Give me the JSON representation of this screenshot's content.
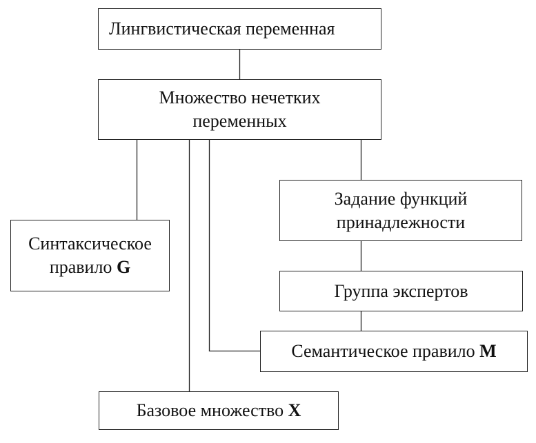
{
  "diagram": {
    "nodes": {
      "linguistic_variable": {
        "line1": "Лингвистическая переменная"
      },
      "fuzzy_variables_set": {
        "line1": "Множество нечетких",
        "line2": "переменных"
      },
      "syntactic_rule": {
        "line1": "Синтаксическое",
        "line2_text": "правило ",
        "line2_bold": "G"
      },
      "membership_functions": {
        "line1": "Задание функций",
        "line2": "принадлежности"
      },
      "expert_group": {
        "line1": "Группа экспертов"
      },
      "semantic_rule": {
        "line1_text": "Семантическое правило ",
        "line1_bold": "M"
      },
      "base_set": {
        "line1_text": "Базовое множество ",
        "line1_bold": "X"
      }
    },
    "edges": [
      {
        "from": "linguistic_variable",
        "to": "fuzzy_variables_set"
      },
      {
        "from": "fuzzy_variables_set",
        "to": "syntactic_rule"
      },
      {
        "from": "fuzzy_variables_set",
        "to": "base_set"
      },
      {
        "from": "fuzzy_variables_set",
        "to": "semantic_rule"
      },
      {
        "from": "fuzzy_variables_set",
        "to": "membership_functions"
      },
      {
        "from": "membership_functions",
        "to": "expert_group"
      },
      {
        "from": "expert_group",
        "to": "semantic_rule"
      }
    ]
  }
}
